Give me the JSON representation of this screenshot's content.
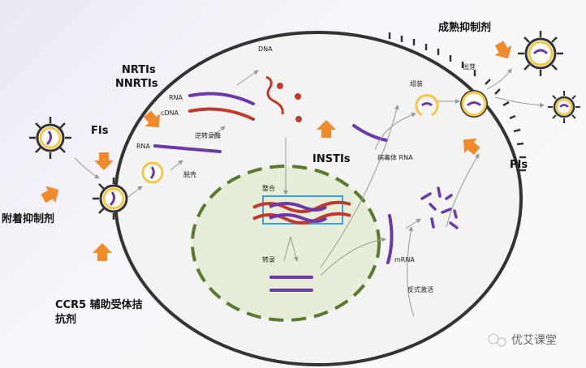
{
  "labels": {
    "nrtis": "NRTIs",
    "nnrtis": "NNRTIs",
    "fis": "FIs",
    "attach": "附着抑制剂",
    "ccr5_1": "CCR5 辅助受体拮",
    "ccr5_2": "抗剂",
    "insti": "INSTIs",
    "pis": "PIs",
    "maturation": "成熟抑制剂",
    "dna": "DNA",
    "rna1": "RNA",
    "cdna": "cDNA",
    "rt": "逆转录酶",
    "rna2": "RNA",
    "uncoat": "脱壳",
    "integrate": "整合",
    "transcribe": "转录",
    "mrna": "mRNA",
    "transact": "反式激活",
    "viral_rna": "病毒体 RNA",
    "assembly": "组装",
    "budding": "出芽"
  },
  "watermark": "优艾课堂",
  "colors": {
    "purple": "#6a3aa8",
    "red": "#c0392b",
    "orange": "#f08a2a",
    "yellow": "#f2c744",
    "nucleus": "#5a7a30",
    "box": "#3aa0e0"
  }
}
